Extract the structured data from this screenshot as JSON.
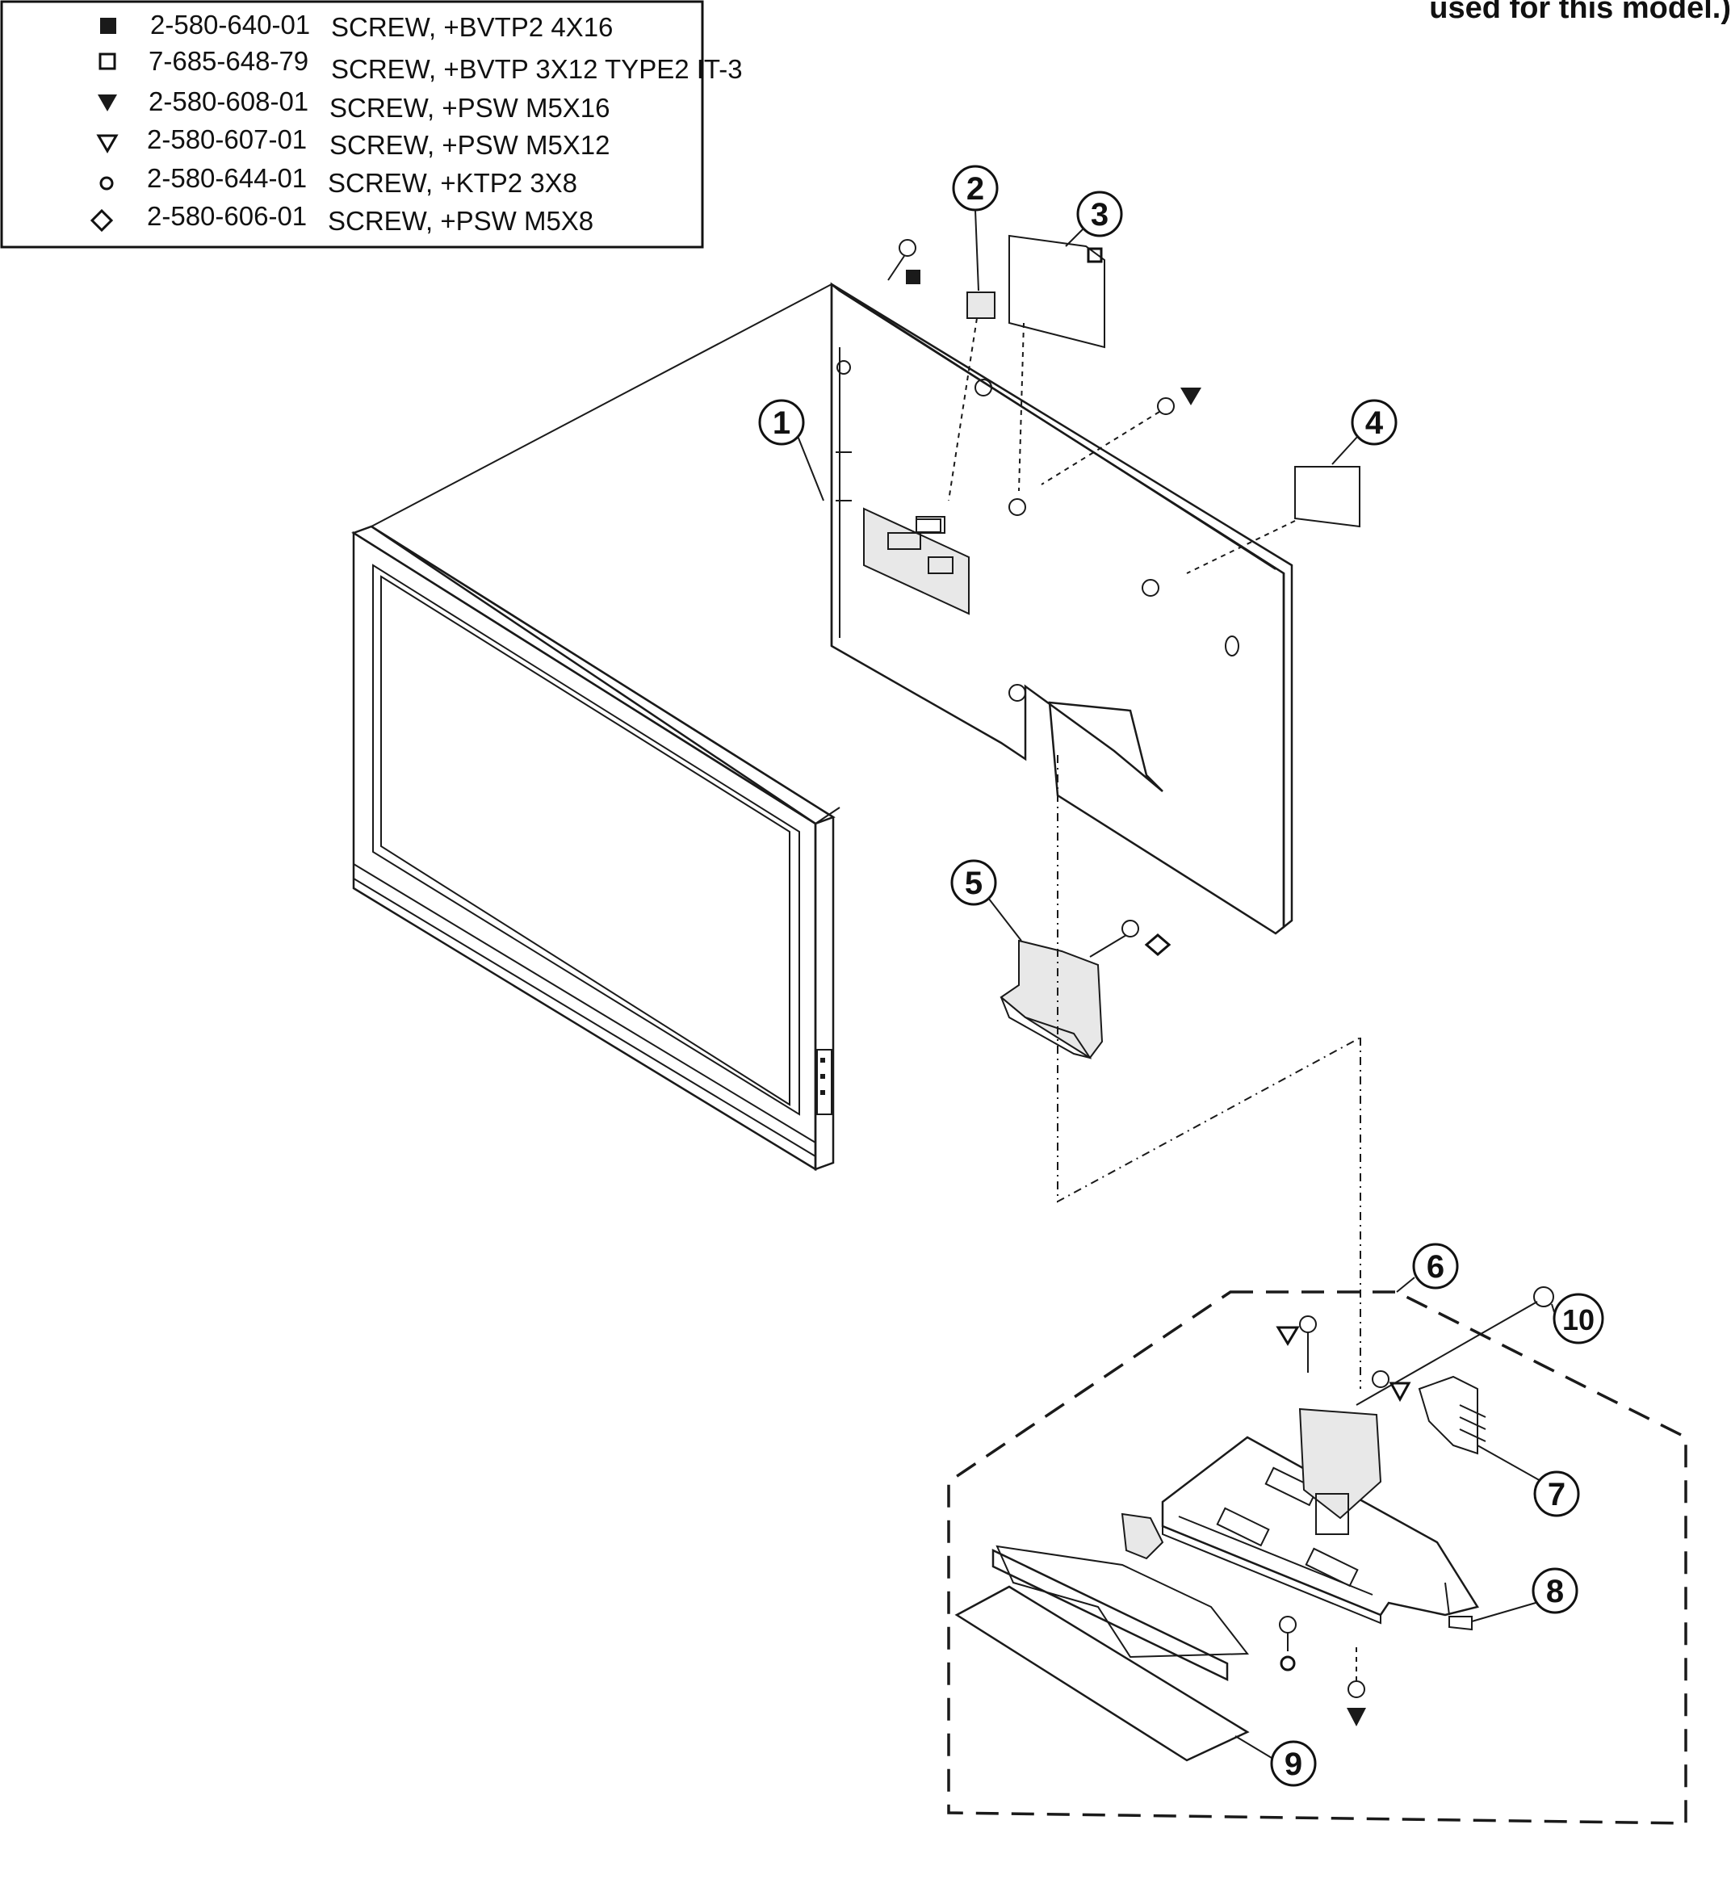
{
  "header_fragment": "used for this model.)",
  "legend": [
    {
      "symbol": "filled-square",
      "part": "2-580-640-01",
      "desc": "SCREW, +BVTP2 4X16"
    },
    {
      "symbol": "open-square",
      "part": "7-685-648-79",
      "desc": "SCREW, +BVTP 3X12 TYPE2 IT-3"
    },
    {
      "symbol": "filled-triangle-down",
      "part": "2-580-608-01",
      "desc": "SCREW, +PSW M5X16"
    },
    {
      "symbol": "open-triangle-down",
      "part": "2-580-607-01",
      "desc": "SCREW, +PSW M5X12"
    },
    {
      "symbol": "open-circle",
      "part": "2-580-644-01",
      "desc": "SCREW, +KTP2 3X8"
    },
    {
      "symbol": "open-diamond",
      "part": "2-580-606-01",
      "desc": "SCREW, +PSW M5X8"
    }
  ],
  "callouts": [
    "1",
    "2",
    "3",
    "4",
    "5",
    "6",
    "7",
    "8",
    "9",
    "10"
  ]
}
